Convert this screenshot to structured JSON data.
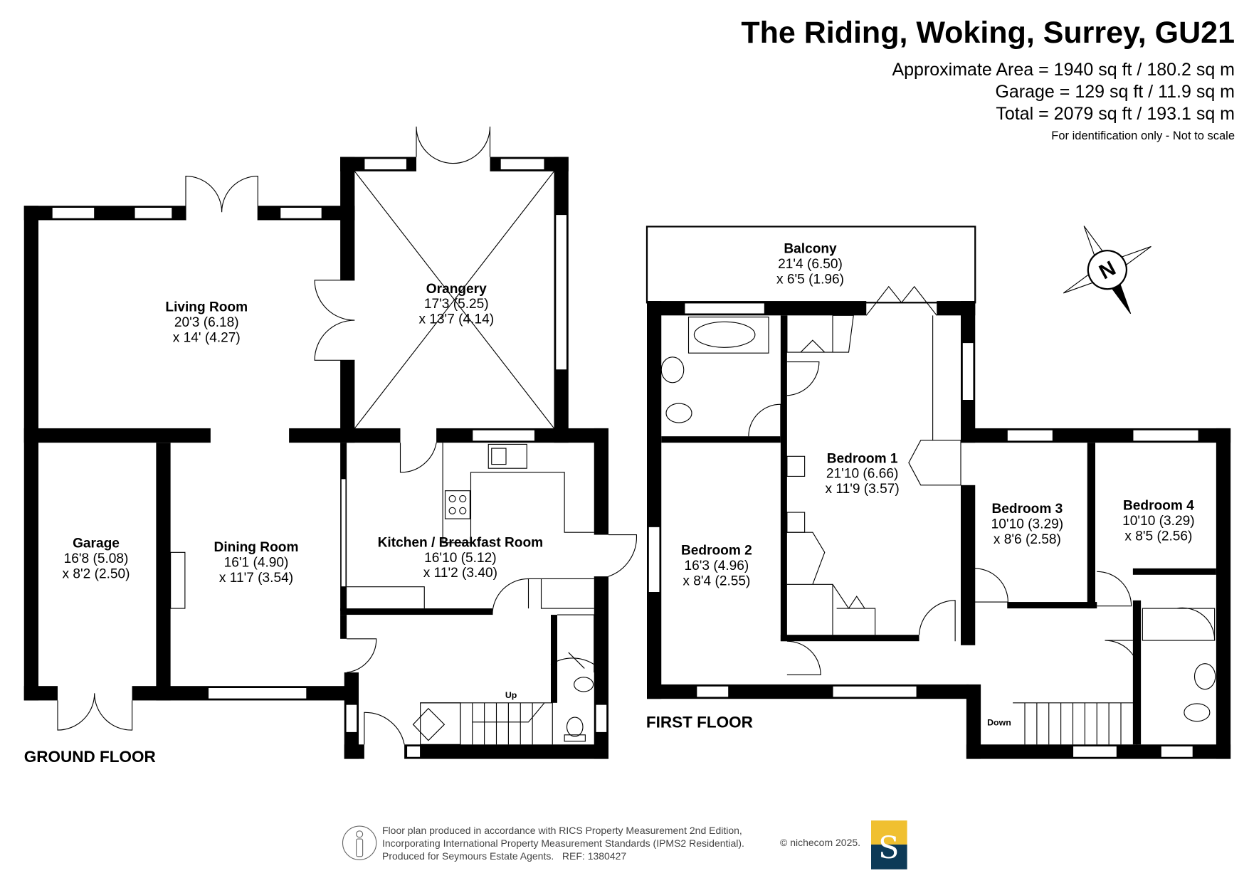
{
  "header": {
    "title": "The Riding, Woking, Surrey, GU21",
    "approx_area": "Approximate Area = 1940 sq ft / 180.2 sq m",
    "garage_area": "Garage = 129 sq ft / 11.9 sq m",
    "total_area": "Total = 2079 sq ft / 193.1 sq m",
    "disclaimer": "For identification only - Not to scale"
  },
  "ground_floor": {
    "label": "GROUND FLOOR",
    "rooms": [
      {
        "name": "Living Room",
        "dim1": "20'3 (6.18)",
        "dim2": "x 14' (4.27)"
      },
      {
        "name": "Orangery",
        "dim1": "17'3 (5.25)",
        "dim2": "x 13'7 (4.14)"
      },
      {
        "name": "Garage",
        "dim1": "16'8 (5.08)",
        "dim2": "x 8'2 (2.50)"
      },
      {
        "name": "Dining Room",
        "dim1": "16'1 (4.90)",
        "dim2": "x 11'7 (3.54)"
      },
      {
        "name": "Kitchen / Breakfast Room",
        "dim1": "16'10 (5.12)",
        "dim2": "x 11'2 (3.40)"
      }
    ],
    "stairs_label": "Up"
  },
  "first_floor": {
    "label": "FIRST FLOOR",
    "rooms": [
      {
        "name": "Balcony",
        "dim1": "21'4 (6.50)",
        "dim2": "x 6'5 (1.96)"
      },
      {
        "name": "Bedroom 1",
        "dim1": "21'10 (6.66)",
        "dim2": "x 11'9 (3.57)"
      },
      {
        "name": "Bedroom 2",
        "dim1": "16'3 (4.96)",
        "dim2": "x 8'4 (2.55)"
      },
      {
        "name": "Bedroom 3",
        "dim1": "10'10 (3.29)",
        "dim2": "x 8'6 (2.58)"
      },
      {
        "name": "Bedroom 4",
        "dim1": "10'10 (3.29)",
        "dim2": "x 8'5 (2.56)"
      }
    ],
    "stairs_label": "Down"
  },
  "compass": {
    "label": "N"
  },
  "footer": {
    "line1": "Floor plan produced in accordance with RICS Property Measurement 2nd Edition,",
    "line2": "Incorporating International Property Measurement Standards (IPMS2 Residential).",
    "line3": "Produced for Seymours Estate Agents.   REF: 1380427",
    "copyright": "© nichecom 2025.",
    "logo_letter": "S"
  },
  "colors": {
    "wall": "#000000",
    "logo_top": "#f0c030",
    "logo_bottom": "#0d3a57"
  }
}
